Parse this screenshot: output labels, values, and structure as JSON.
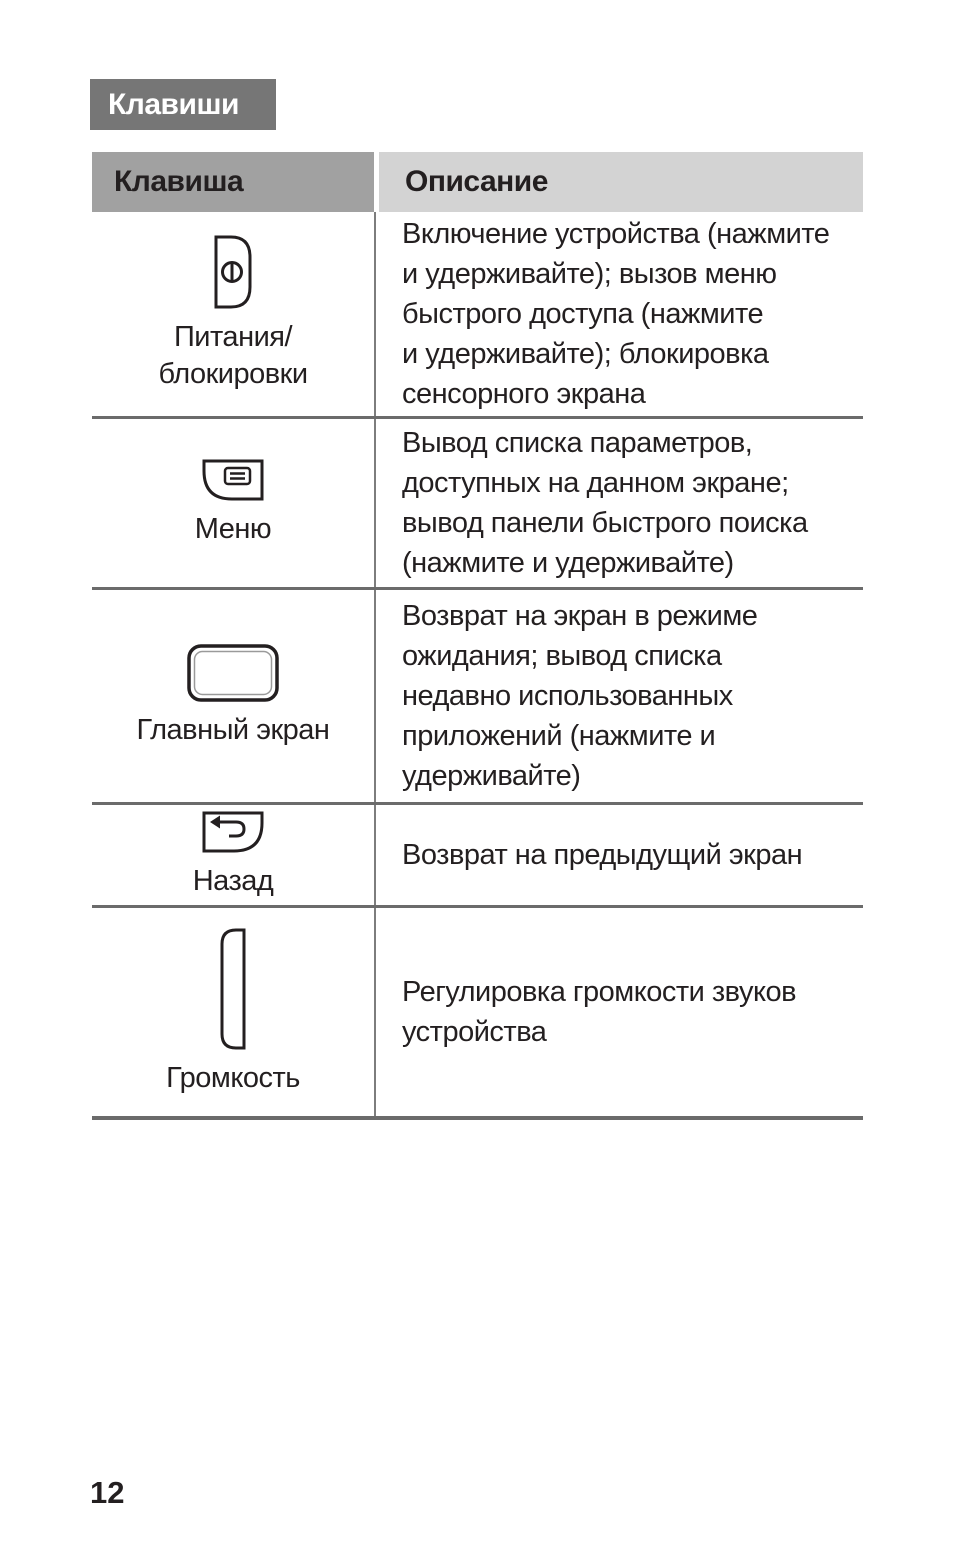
{
  "page": {
    "section_title": "Клавиши",
    "page_number": "12"
  },
  "colors": {
    "badge_bg": "#767676",
    "badge_text": "#ffffff",
    "header_key_bg": "#a1a1a1",
    "header_desc_bg": "#d3d3d3",
    "text": "#231f20",
    "divider": "#6b6b6b",
    "divider_vertical": "#7d7d7d"
  },
  "table": {
    "headers": [
      "Клавиша",
      "Описание"
    ],
    "rows": [
      {
        "icon": "power-icon",
        "label": "Питания/\nблокировки",
        "description": "Включение устройства (нажмите\nи удерживайте); вызов меню\nбыстрого доступа (нажмите\nи удерживайте); блокировка\nсенсорного экрана"
      },
      {
        "icon": "menu-icon",
        "label": "Меню",
        "description": "Вывод списка параметров,\nдоступных на данном экране;\nвывод панели быстрого поиска\n(нажмите и удерживайте)"
      },
      {
        "icon": "home-icon",
        "label": "Главный экран",
        "description": "Возврат на экран в режиме\nожидания; вывод списка\nнедавно использованных\nприложений (нажмите и\nудерживайте)"
      },
      {
        "icon": "back-icon",
        "label": "Назад",
        "description": "Возврат на предыдущий экран"
      },
      {
        "icon": "volume-icon",
        "label": "Громкость",
        "description": "Регулировка громкости звуков\nустройства"
      }
    ]
  }
}
